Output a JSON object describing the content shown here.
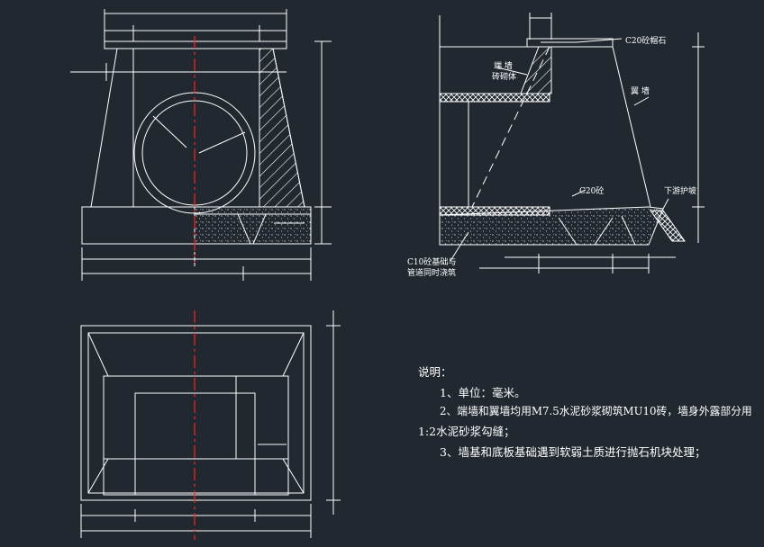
{
  "labels": {
    "cap_stone": "C20砼帽石",
    "wing_wall": "翼 墙",
    "end_wall_l1": "端 墙",
    "end_wall_l2": "砖砌体",
    "c20_concrete": "C20砼",
    "downstream": "下游护坡",
    "c10_l1": "C10砼基础与",
    "c10_l2": "管道同时浇筑"
  },
  "notes": {
    "title": "说明：",
    "item1": "1、单位：毫米。",
    "item2a": "2、端墙和翼墙均用M7.5水泥砂浆砌筑MU10砖，墙身外露部分用",
    "item2b": "1:2水泥砂浆勾缝；",
    "item3": "3、墙基和底板基础遇到软弱土质进行抛石机块处理；"
  },
  "colors": {
    "background": "#212830",
    "linework": "#ffffff",
    "centerline": "#ff2020"
  }
}
